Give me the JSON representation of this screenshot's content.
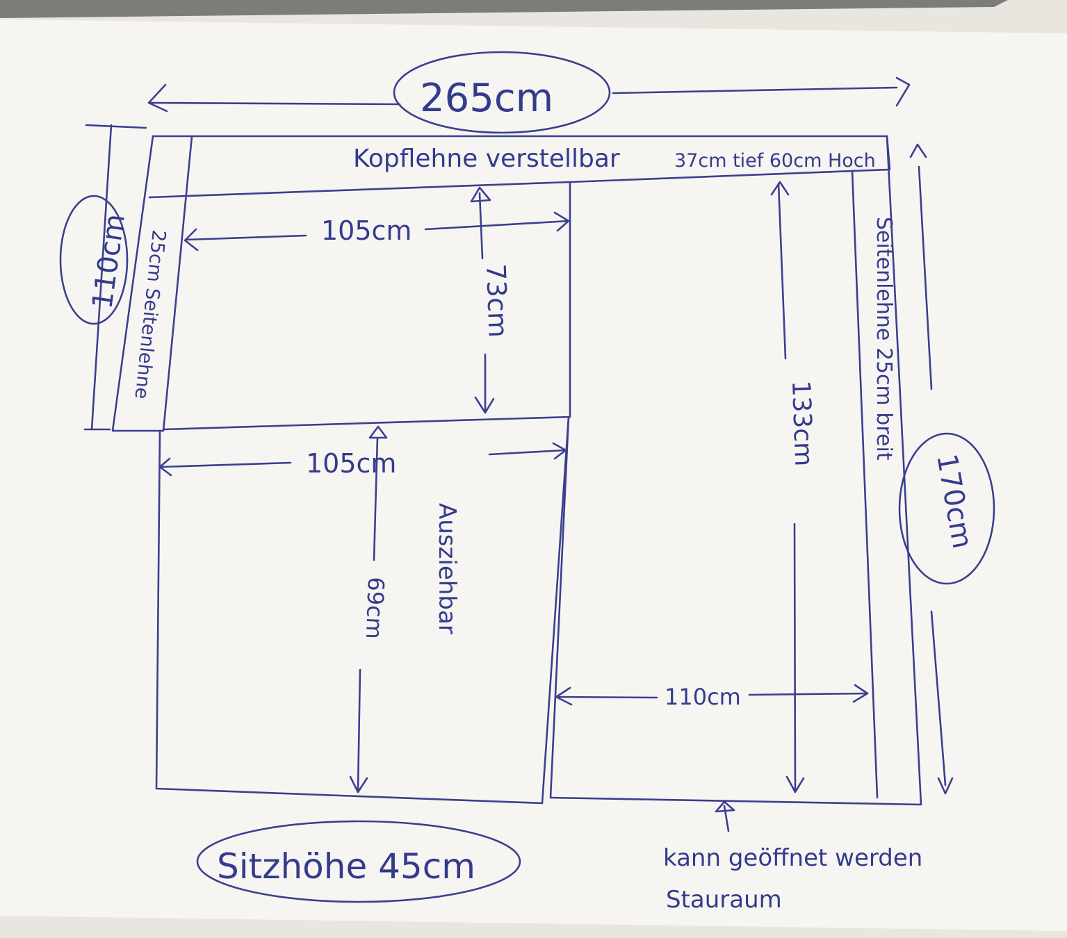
{
  "labels": {
    "total_width": "265cm",
    "headrest": "Kopflehne verstellbar",
    "headrest_dims": "37cm tief 60cm Hoch",
    "left_height": "110cm",
    "left_armrest": "25cm Seitenlehne",
    "upper_width": "105cm",
    "upper_depth": "73cm",
    "lower_width": "105cm",
    "lower_depth": "69cm",
    "extendable": "Ausziehbar",
    "right_depth": "133cm",
    "right_armrest": "Seitenlehne 25cm breit",
    "right_height": "170cm",
    "right_width": "110cm",
    "seat_height": "Sitzhöhe 45cm",
    "storage_note_1": "kann geöffnet werden",
    "storage_note_2": "Stauraum"
  },
  "colors": {
    "ink": "#3b3f8f",
    "paper": "#f6f5f2",
    "background": "#e9e6e0",
    "top_strip": "#7c7c78"
  }
}
